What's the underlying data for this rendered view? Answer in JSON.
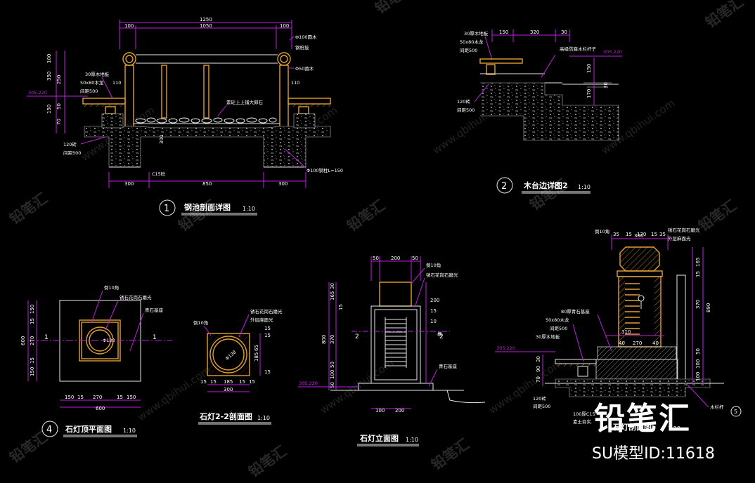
{
  "watermark": {
    "text": "铅笔汇",
    "url": "www.qbihui.com"
  },
  "brand": {
    "logo_text": "铅笔汇",
    "model_id": "SU模型ID:11618"
  },
  "drawings": {
    "d1": {
      "num": "1",
      "title": "钢池剖面详图",
      "scale": "1:10",
      "dims": {
        "total": "1250",
        "left": "100",
        "mid": "1050",
        "right": "100",
        "h1": "100",
        "h2": "350",
        "h3": "250",
        "h4": "150",
        "h5": "50",
        "h6": "70",
        "h7": "300",
        "bl": "300",
        "bm": "850",
        "br": "300"
      },
      "labels": {
        "elev": "305.220",
        "wood": "30厚木地板",
        "joist": "50x80木龙",
        "gap": "间距500",
        "pipe1": "Φ100圆木",
        "ring": "钢桩接",
        "pipe2": "Φ50圆木",
        "v110": "110",
        "stone": "素砼上上铺大卵石",
        "brick": "120砖",
        "brickgap": "间距500",
        "c15": "C15砼",
        "steel": "Φ100钢柱L=150"
      }
    },
    "d2": {
      "num": "2",
      "title": "木台边详图2",
      "scale": "1:10",
      "dims": {
        "a": "150",
        "b": "320",
        "c": "30",
        "h1": "150",
        "h2": "170",
        "h3": "30"
      },
      "labels": {
        "wood": "30厚木地板",
        "joist": "50x80木龙",
        "gap": "间距500",
        "elev": "305.220",
        "edge": "高级防腐木栏杆子",
        "brick": "120砖",
        "brickgap": "间距500"
      }
    },
    "d4": {
      "num": "4",
      "title": "石灯顶平面图",
      "scale": "1:10",
      "dims": {
        "w": "600",
        "a": "150",
        "b": "15",
        "c": "270",
        "d": "15",
        "e": "150",
        "h1": "150",
        "h2": "15",
        "h3": "270",
        "h4": "15",
        "h5": "150",
        "htot": "600",
        "dia": "Φ138"
      },
      "labels": {
        "chamfer": "倒10角",
        "stone": "锈石花岗石磨光",
        "base": "青石基座",
        "sec": "1"
      }
    },
    "d22": {
      "title": "石灯2-2剖面图",
      "scale": "1:10",
      "dims": {
        "a": "15",
        "b": "15",
        "c": "185",
        "d": "15",
        "e": "15",
        "w": "300",
        "h1": "15",
        "h2": "185",
        "h3": "15",
        "h4": "15",
        "h5": "65",
        "dia": "Φ138"
      },
      "labels": {
        "chamfer": "倒10角",
        "stone": "锈石花岗石磨光",
        "inner": "外层麻面光"
      }
    },
    "delev": {
      "title": "石灯立面图",
      "scale": "1:10",
      "dims": {
        "a": "50",
        "b": "200",
        "c": "50",
        "h1": "30",
        "h2": "165",
        "h3": "15",
        "h4": "370",
        "h5": "50",
        "h6": "100",
        "h7": "50",
        "hb": "800",
        "bot1": "100",
        "bot2": "200",
        "side": "10",
        "sec": "2",
        "v200": "200",
        "v15": "15"
      },
      "labels": {
        "chamfer": "倒10角",
        "stone": "锈石花岗石磨光",
        "slot": "槽",
        "base": "青石基座",
        "elev": "305.220"
      }
    },
    "d5": {
      "title": "石灯剖面图",
      "scale": "1:10",
      "dims": {
        "w": "300",
        "a": "35",
        "b": "15",
        "c": "170",
        "d": "15",
        "e": "35",
        "h1": "165",
        "h2": "15",
        "h3": "370",
        "h4": "890",
        "h5": "50",
        "h6": "100",
        "h7": "100",
        "v110": "110",
        "v270": "270",
        "v40": "40",
        "v30": "30",
        "v90": "90",
        "v70": "70"
      },
      "labels": {
        "chamfer": "倒10角",
        "stone": "锈石花岗石磨光",
        "face": "外层麻面光",
        "elev": "305.220",
        "base": "80厚青石基座",
        "joist": "50x80木龙",
        "gap": "间距500",
        "wood": "30厚木地板",
        "brick": "120砖",
        "brickgap": "间距500",
        "c15": "100厚C15",
        "soil": "素土夯实",
        "rail": "木栏杆",
        "num5": "5"
      }
    }
  }
}
